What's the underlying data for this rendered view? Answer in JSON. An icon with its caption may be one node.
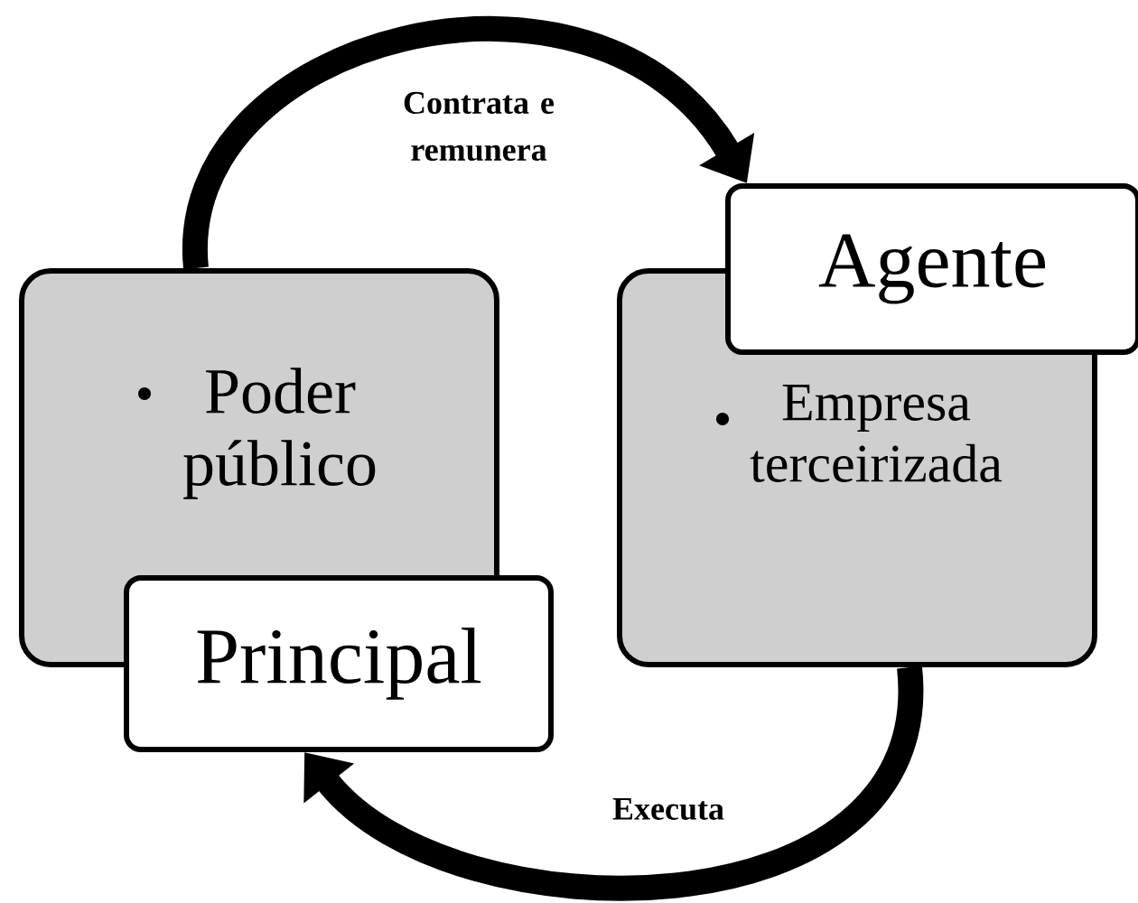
{
  "diagram": {
    "nodes": [
      {
        "text": [
          "Poder público"
        ]
      },
      {
        "text": [
          "Principal"
        ]
      },
      {
        "text": [
          "Empresa terceirizada"
        ]
      },
      {
        "text": [
          "Agente"
        ]
      }
    ],
    "edges": [
      {
        "from": 0,
        "to": 3,
        "arrow": "to",
        "label": "Contrata e remunera"
      },
      {
        "from": 2,
        "to": 1,
        "arrow": "to",
        "label": "Executa"
      }
    ]
  }
}
